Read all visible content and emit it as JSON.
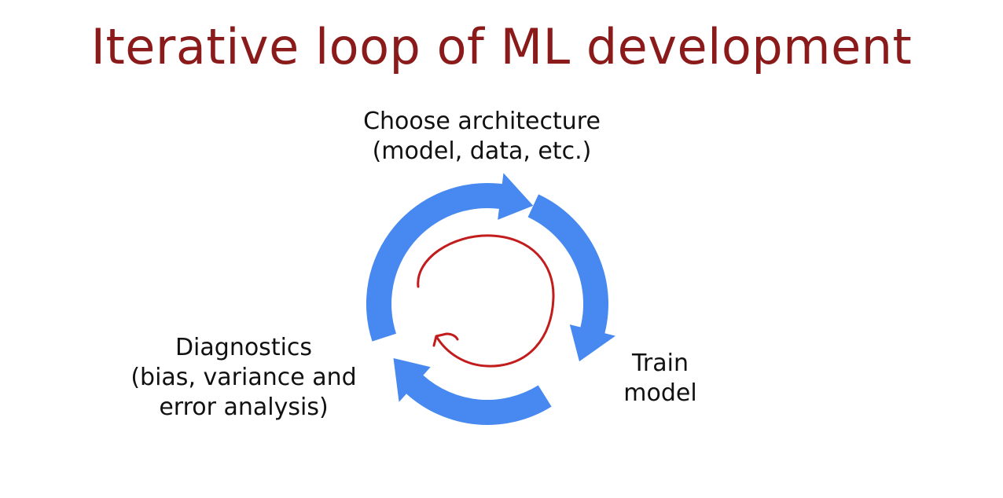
{
  "slide": {
    "title": "Iterative loop of ML development"
  },
  "cycle": {
    "arrow_color": "#4789f1",
    "loop_color": "#c21c1c",
    "steps": [
      {
        "line1": "Choose architecture",
        "line2": "(model, data, etc.)"
      },
      {
        "line1": "Train",
        "line2": "model"
      },
      {
        "line1": "Diagnostics",
        "line2": "(bias, variance and",
        "line3": "error analysis)"
      }
    ]
  }
}
